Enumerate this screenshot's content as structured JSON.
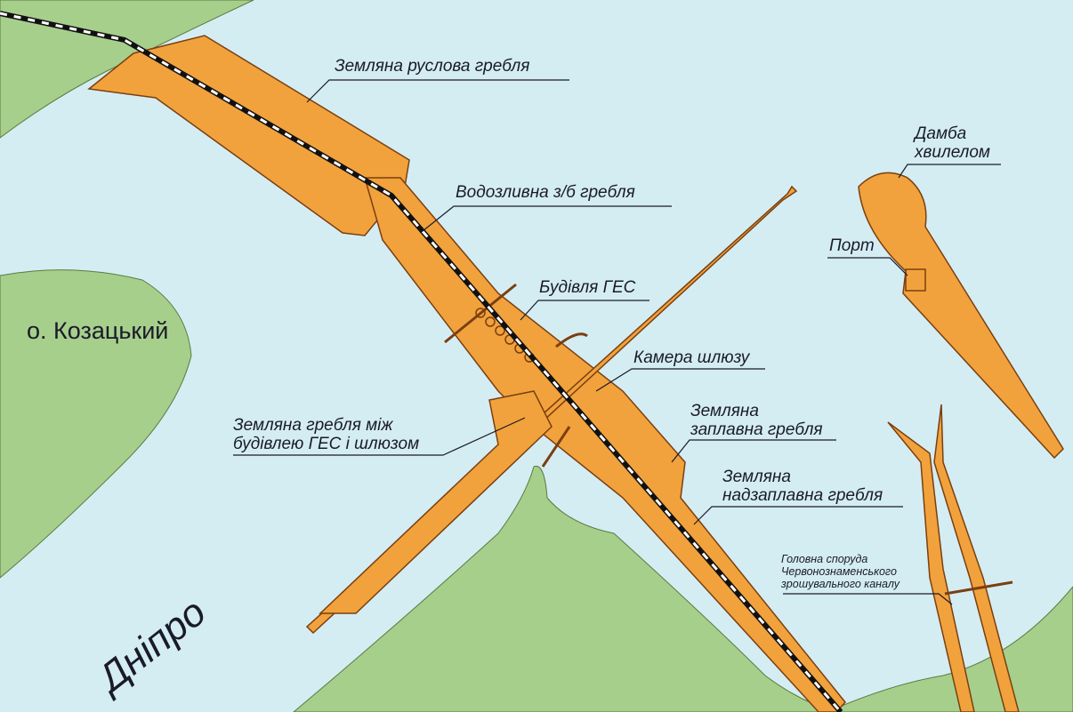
{
  "labels": {
    "riverbed_dam": "Земляна руслова гребля",
    "spillway_dam": "Водозливна з/б гребля",
    "hpp_building": "Будівля ГЕС",
    "lock_chamber": "Камера шлюзу",
    "dam_between_line1": "Земляна гребля між",
    "dam_between_line2": "будівлею ГЕС і шлюзом",
    "floodplain_dam_line1": "Земляна",
    "floodplain_dam_line2": "заплавна гребля",
    "above_floodplain_dam_line1": "Земляна",
    "above_floodplain_dam_line2": "надзаплавна гребля",
    "breakwater_line1": "Дамба",
    "breakwater_line2": "хвилелом",
    "port": "Порт",
    "island": "о. Козацький",
    "river": "Дніпро",
    "canal_line1": "Головна споруда",
    "canal_line2": "Червонознаменського",
    "canal_line3": "зрошувального каналу"
  },
  "colors": {
    "water": "#d4edf3",
    "land": "#a6cf8c",
    "dam": "#f2a23c",
    "outline": "#7a3f10"
  }
}
